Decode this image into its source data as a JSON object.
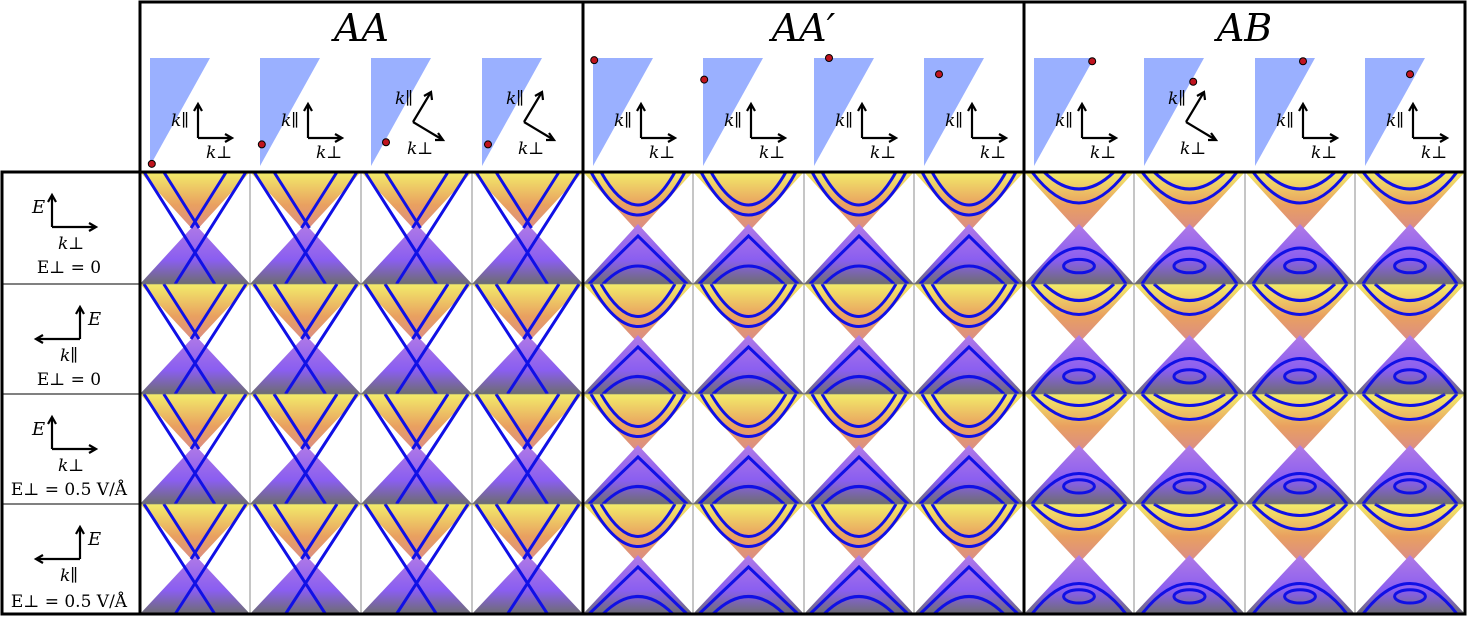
{
  "figure": {
    "groups": [
      {
        "title": "AA"
      },
      {
        "title": "AA′"
      },
      {
        "title": "AB"
      }
    ],
    "axis_labels": {
      "k_par": "k∥",
      "k_perp": "k⊥",
      "E": "E"
    },
    "rows": [
      {
        "axis": "E / k⊥",
        "field_label": "E⊥ = 0"
      },
      {
        "axis": "E / k∥",
        "field_label": "E⊥ = 0"
      },
      {
        "axis": "E / k⊥",
        "field_label": "E⊥ = 0.5 V/Å"
      },
      {
        "axis": "E / k∥",
        "field_label": "E⊥ = 0.5 V/Å"
      }
    ],
    "colors": {
      "band_line": "#1010e6",
      "valence_top": "#8f6bf0",
      "valence_bottom": "#6a6a6a",
      "conduction_top": "#f2ec6a",
      "conduction_bottom": "#d98a8a",
      "triangle": "#9ab0ff",
      "dot": "#c0141e"
    }
  }
}
